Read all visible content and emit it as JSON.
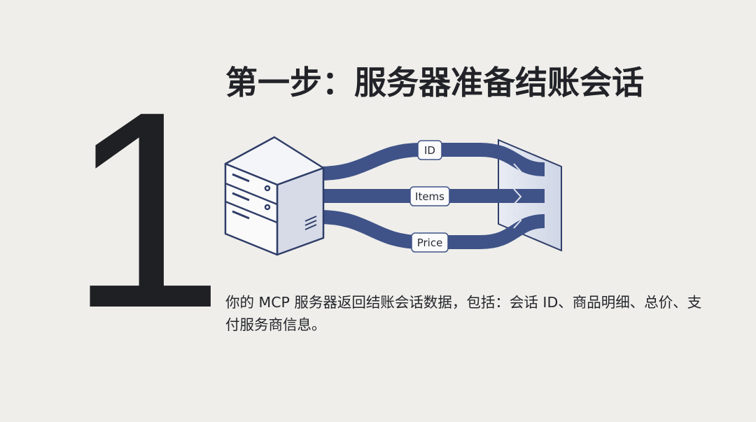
{
  "step": {
    "number": "1",
    "title": "第一步：服务器准备结账会话",
    "description": "你的 MCP 服务器返回结账会话数据，包括：会话 ID、商品明细、总价、支付服务商信息。"
  },
  "diagram": {
    "flows": [
      {
        "label": "ID"
      },
      {
        "label": "Items"
      },
      {
        "label": "Price"
      }
    ],
    "source_icon": "server-icon",
    "target_icon": "panel-icon",
    "colors": {
      "flow": "#3f5388",
      "outline": "#2f3d68",
      "panel_fill": "#dfe3ee",
      "background": "#efeeea",
      "text": "#1f2024"
    }
  }
}
